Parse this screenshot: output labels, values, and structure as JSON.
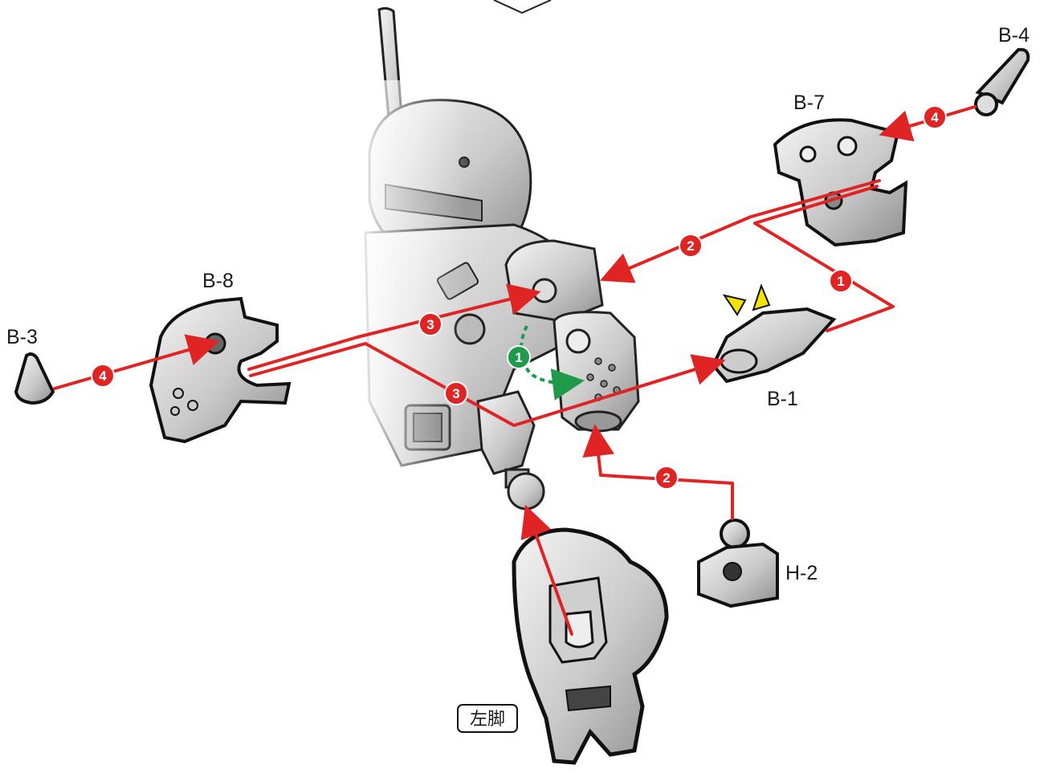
{
  "parts": {
    "b3": "B-3",
    "b8": "B-8",
    "b7": "B-7",
    "b4": "B-4",
    "b1": "B-1",
    "h2": "H-2"
  },
  "steps": {
    "s1_green": "1",
    "s1_red": "1",
    "s2_upper": "2",
    "s2_lower": "2",
    "s3_upper": "3",
    "s3_lower": "3",
    "s4_left": "4",
    "s4_right": "4"
  },
  "caption": "左脚",
  "colors": {
    "assembly_line": "#e02424",
    "rotate_arrow": "#1e9a4a",
    "attention_marks": "#f2e400",
    "part_outline": "#111111",
    "part_fill": "#d9d9d9"
  }
}
